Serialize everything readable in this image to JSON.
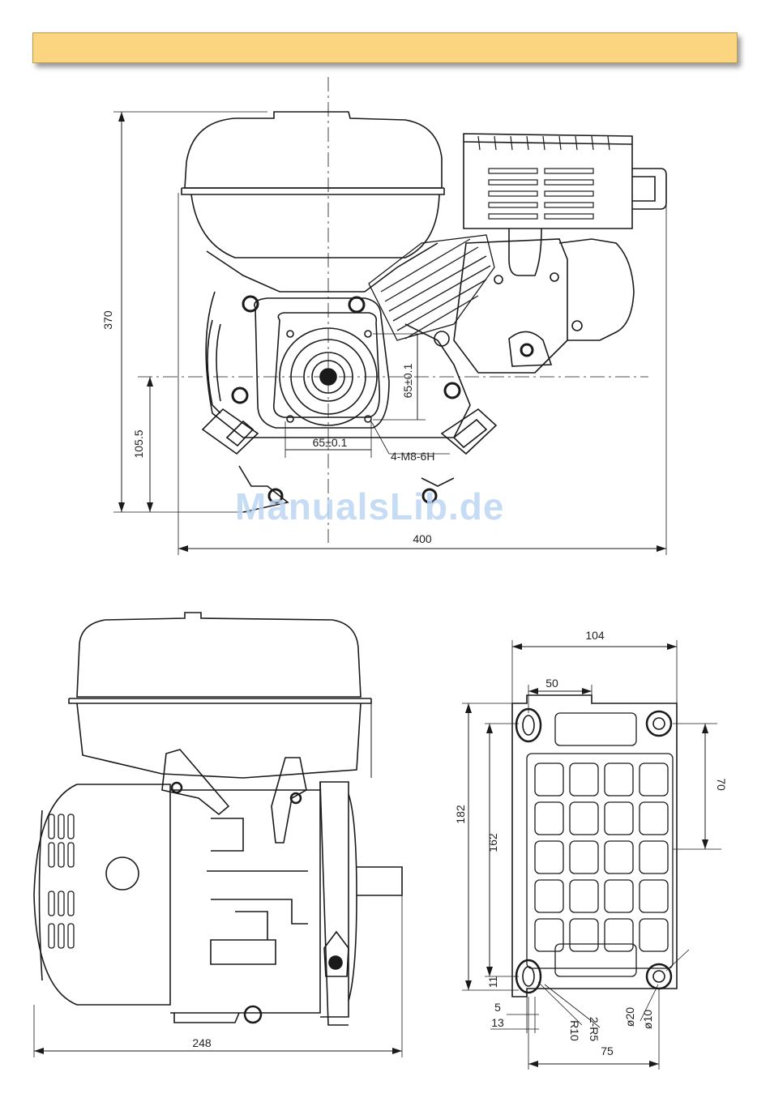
{
  "header": {
    "banner_color": "#fbd580"
  },
  "watermark": {
    "text": "ManualsLib.de",
    "color": "#bcd6f3"
  },
  "front_view": {
    "dim_height": "370",
    "dim_shaft_height": "105.5",
    "dim_width": "400",
    "dim_bolt_h": "65±0.1",
    "dim_bolt_v": "65±0.1",
    "dim_thread": "4-M8-6H"
  },
  "side_view": {
    "dim_length": "248"
  },
  "base_plate": {
    "dim_width": "104",
    "dim_hole_offset": "50",
    "dim_height": "182",
    "dim_inner_height": "162",
    "dim_hole_spacing": "70",
    "dim_edge": "11",
    "dim_slot": "5",
    "dim_slot_offset": "13",
    "dim_radius_10": "R10",
    "dim_radius_5": "2-R5",
    "dim_diameter_20": "ø20",
    "dim_diameter_10": "ø10",
    "dim_bottom_width": "75"
  }
}
